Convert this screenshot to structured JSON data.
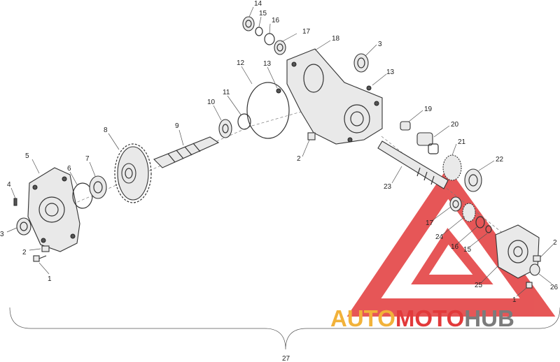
{
  "diagram": {
    "callouts": {
      "c1_left": "1",
      "c2_left": "2",
      "c3_left": "3",
      "c4": "4",
      "c5": "5",
      "c6": "6",
      "c7": "7",
      "c8": "8",
      "c9": "9",
      "c10": "10",
      "c11": "11",
      "c12": "12",
      "c13_a": "13",
      "c13_b": "13",
      "c14": "14",
      "c15_top": "15",
      "c16_top": "16",
      "c17_top": "17",
      "c18": "18",
      "c3_top": "3",
      "c2_mid": "2",
      "c19": "19",
      "c20": "20",
      "c21": "21",
      "c22": "22",
      "c23": "23",
      "c17_low": "17",
      "c24": "24",
      "c16_low": "16",
      "c15_low": "15",
      "c25": "25",
      "c2_right": "2",
      "c26": "26",
      "c1_right": "1",
      "c27": "27"
    },
    "colors": {
      "line": "#333333",
      "watermark_red": "#e2393a",
      "watermark_orange": "#f2b23a",
      "watermark_gray": "#7b7b7b"
    }
  },
  "watermark": {
    "part1": "AUTO",
    "part2": "MOTO",
    "part3": "HUB"
  }
}
